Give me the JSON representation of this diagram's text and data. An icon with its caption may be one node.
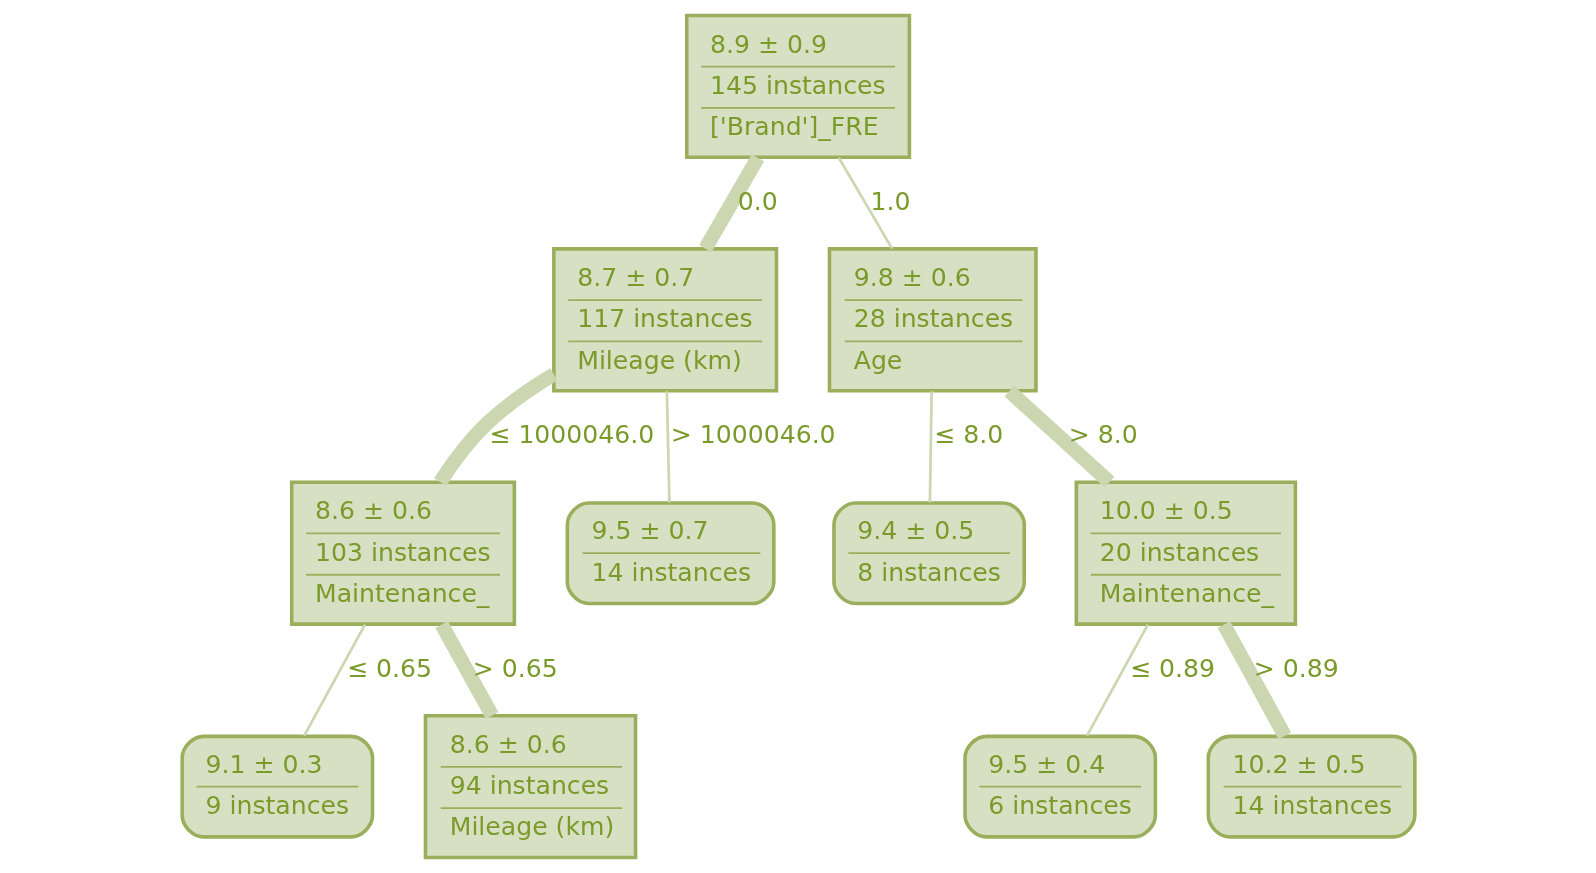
{
  "diagram": {
    "nodes": [
      {
        "text": [
          "8.9 ± 0.9",
          "145 instances",
          "['Brand']_FRE"
        ]
      },
      {
        "text": [
          "8.7 ± 0.7",
          "117 instances",
          "Mileage (km)"
        ]
      },
      {
        "text": [
          "9.8 ± 0.6",
          "28 instances",
          "Age"
        ]
      },
      {
        "text": [
          "8.6 ± 0.6",
          "103 instances",
          "Maintenance_"
        ]
      },
      {
        "text": [
          "9.5 ± 0.7",
          "14 instances"
        ]
      },
      {
        "text": [
          "9.4 ± 0.5",
          "8 instances"
        ]
      },
      {
        "text": [
          "10.0 ± 0.5",
          "20 instances",
          "Maintenance_"
        ]
      },
      {
        "text": [
          "9.1 ± 0.3",
          "9 instances"
        ]
      },
      {
        "text": [
          "8.6 ± 0.6",
          "94 instances",
          "Mileage (km)"
        ]
      },
      {
        "text": [
          "9.5 ± 0.4",
          "6 instances"
        ]
      },
      {
        "text": [
          "10.2 ± 0.5",
          "14 instances"
        ]
      }
    ],
    "edges": [
      {
        "from": 0,
        "to": 1,
        "arrow": "none",
        "label": "0.0",
        "style": "thick"
      },
      {
        "from": 0,
        "to": 2,
        "arrow": "none",
        "label": "1.0"
      },
      {
        "from": 1,
        "to": 3,
        "arrow": "none",
        "label": "≤ 1000046.0",
        "style": "thick"
      },
      {
        "from": 1,
        "to": 4,
        "arrow": "none",
        "label": "> 1000046.0"
      },
      {
        "from": 2,
        "to": 5,
        "arrow": "none",
        "label": "≤ 8.0"
      },
      {
        "from": 2,
        "to": 6,
        "arrow": "none",
        "label": "> 8.0",
        "style": "thick"
      },
      {
        "from": 3,
        "to": 7,
        "arrow": "none",
        "label": "≤ 0.65"
      },
      {
        "from": 3,
        "to": 8,
        "arrow": "none",
        "label": "> 0.65",
        "style": "thick"
      },
      {
        "from": 6,
        "to": 9,
        "arrow": "none",
        "label": "≤ 0.89"
      },
      {
        "from": 6,
        "to": 10,
        "arrow": "none",
        "label": "> 0.89",
        "style": "thick"
      }
    ]
  }
}
